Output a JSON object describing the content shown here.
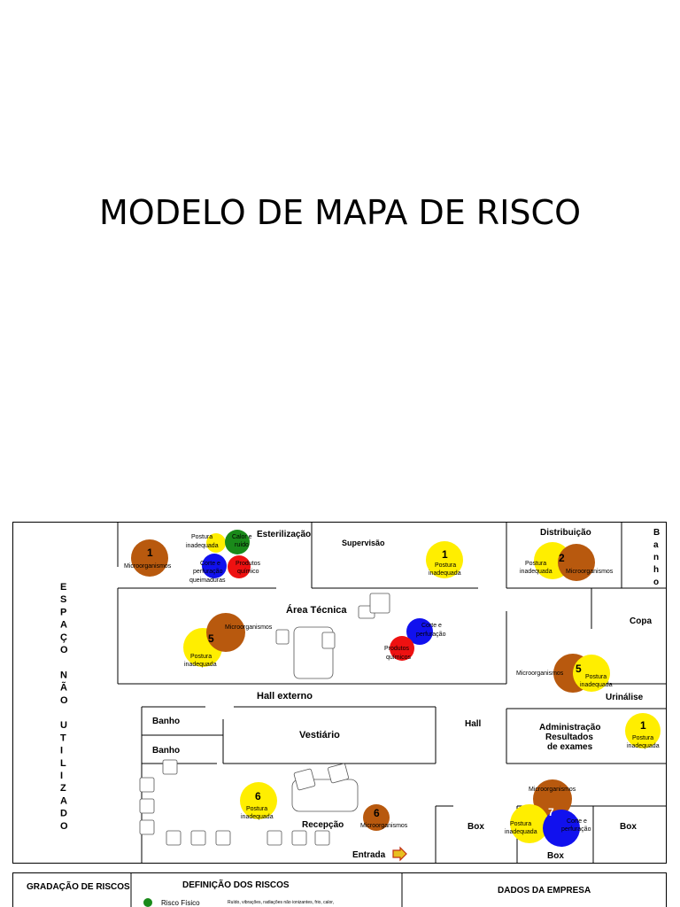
{
  "title": "MODELO DE MAPA DE RISCO",
  "colors": {
    "risco_fisico": "#1a8a1a",
    "risco_quimico": "#ee1111",
    "risco_biologico": "#b8590e",
    "risco_ergonomico": "#ffee00",
    "risco_acidente": "#1111ee"
  },
  "rooms": {
    "esterilizacao": "Esterilização",
    "supervisao": "Supervisão",
    "distribuicao": "Distribuição",
    "banho_vertical": [
      "B",
      "a",
      "n",
      "h",
      "o"
    ],
    "espaco_nao_utilizado": [
      "E",
      "S",
      "P",
      "A",
      "Ç",
      "O",
      "",
      "N",
      "Ã",
      "O",
      "",
      "U",
      "T",
      "I",
      "L",
      "I",
      "Z",
      "A",
      "D",
      "O"
    ],
    "area_tecnica": "Área Técnica",
    "copa": "Copa",
    "urinalise": "Urinálise",
    "hall_externo": "Hall externo",
    "banho_1": "Banho",
    "banho_2": "Banho",
    "vestiario": "Vestiário",
    "hall": "Hall",
    "administracao": [
      "Administração",
      "Resultados",
      "de exames"
    ],
    "recepcao": "Recepção",
    "entrada": "Entrada",
    "box_left": "Box",
    "box_center": "Box",
    "box_right": "Box"
  },
  "risk_labels": {
    "microorganismos": "Microorganismos",
    "postura_inadequada": [
      "Postura",
      "inadequada"
    ],
    "calor_ruido": [
      "Calor e",
      "ruído"
    ],
    "produtos_quimico": [
      "Produtos",
      "químico"
    ],
    "produtos_quimicos": [
      "Produtos",
      "químicos"
    ],
    "corte_perfuracao_queimaduras": [
      "Corte e",
      "perfuração",
      "queimaduras"
    ],
    "corte_perfuracao": [
      "Corte e",
      "perfuração"
    ]
  },
  "risk_counts": {
    "esterilizacao_bio": "1",
    "supervisao_ergo": "1",
    "distribuicao": "2",
    "area_tecnica": "5",
    "urinalise": "5",
    "administracao": "1",
    "recepcao_ergo": "6",
    "recepcao_bio": "6",
    "box": "7"
  },
  "legend": {
    "gradacao": "GRADAÇÃO DE RISCOS",
    "definicao": "DEFINIÇÃO DOS RISCOS",
    "dados": "DADOS DA EMPRESA",
    "risco_fisico": "Risco Físico",
    "risco_fisico_desc": "Ruído, vibrações, radiações não ionizantes, frio, calor,"
  }
}
